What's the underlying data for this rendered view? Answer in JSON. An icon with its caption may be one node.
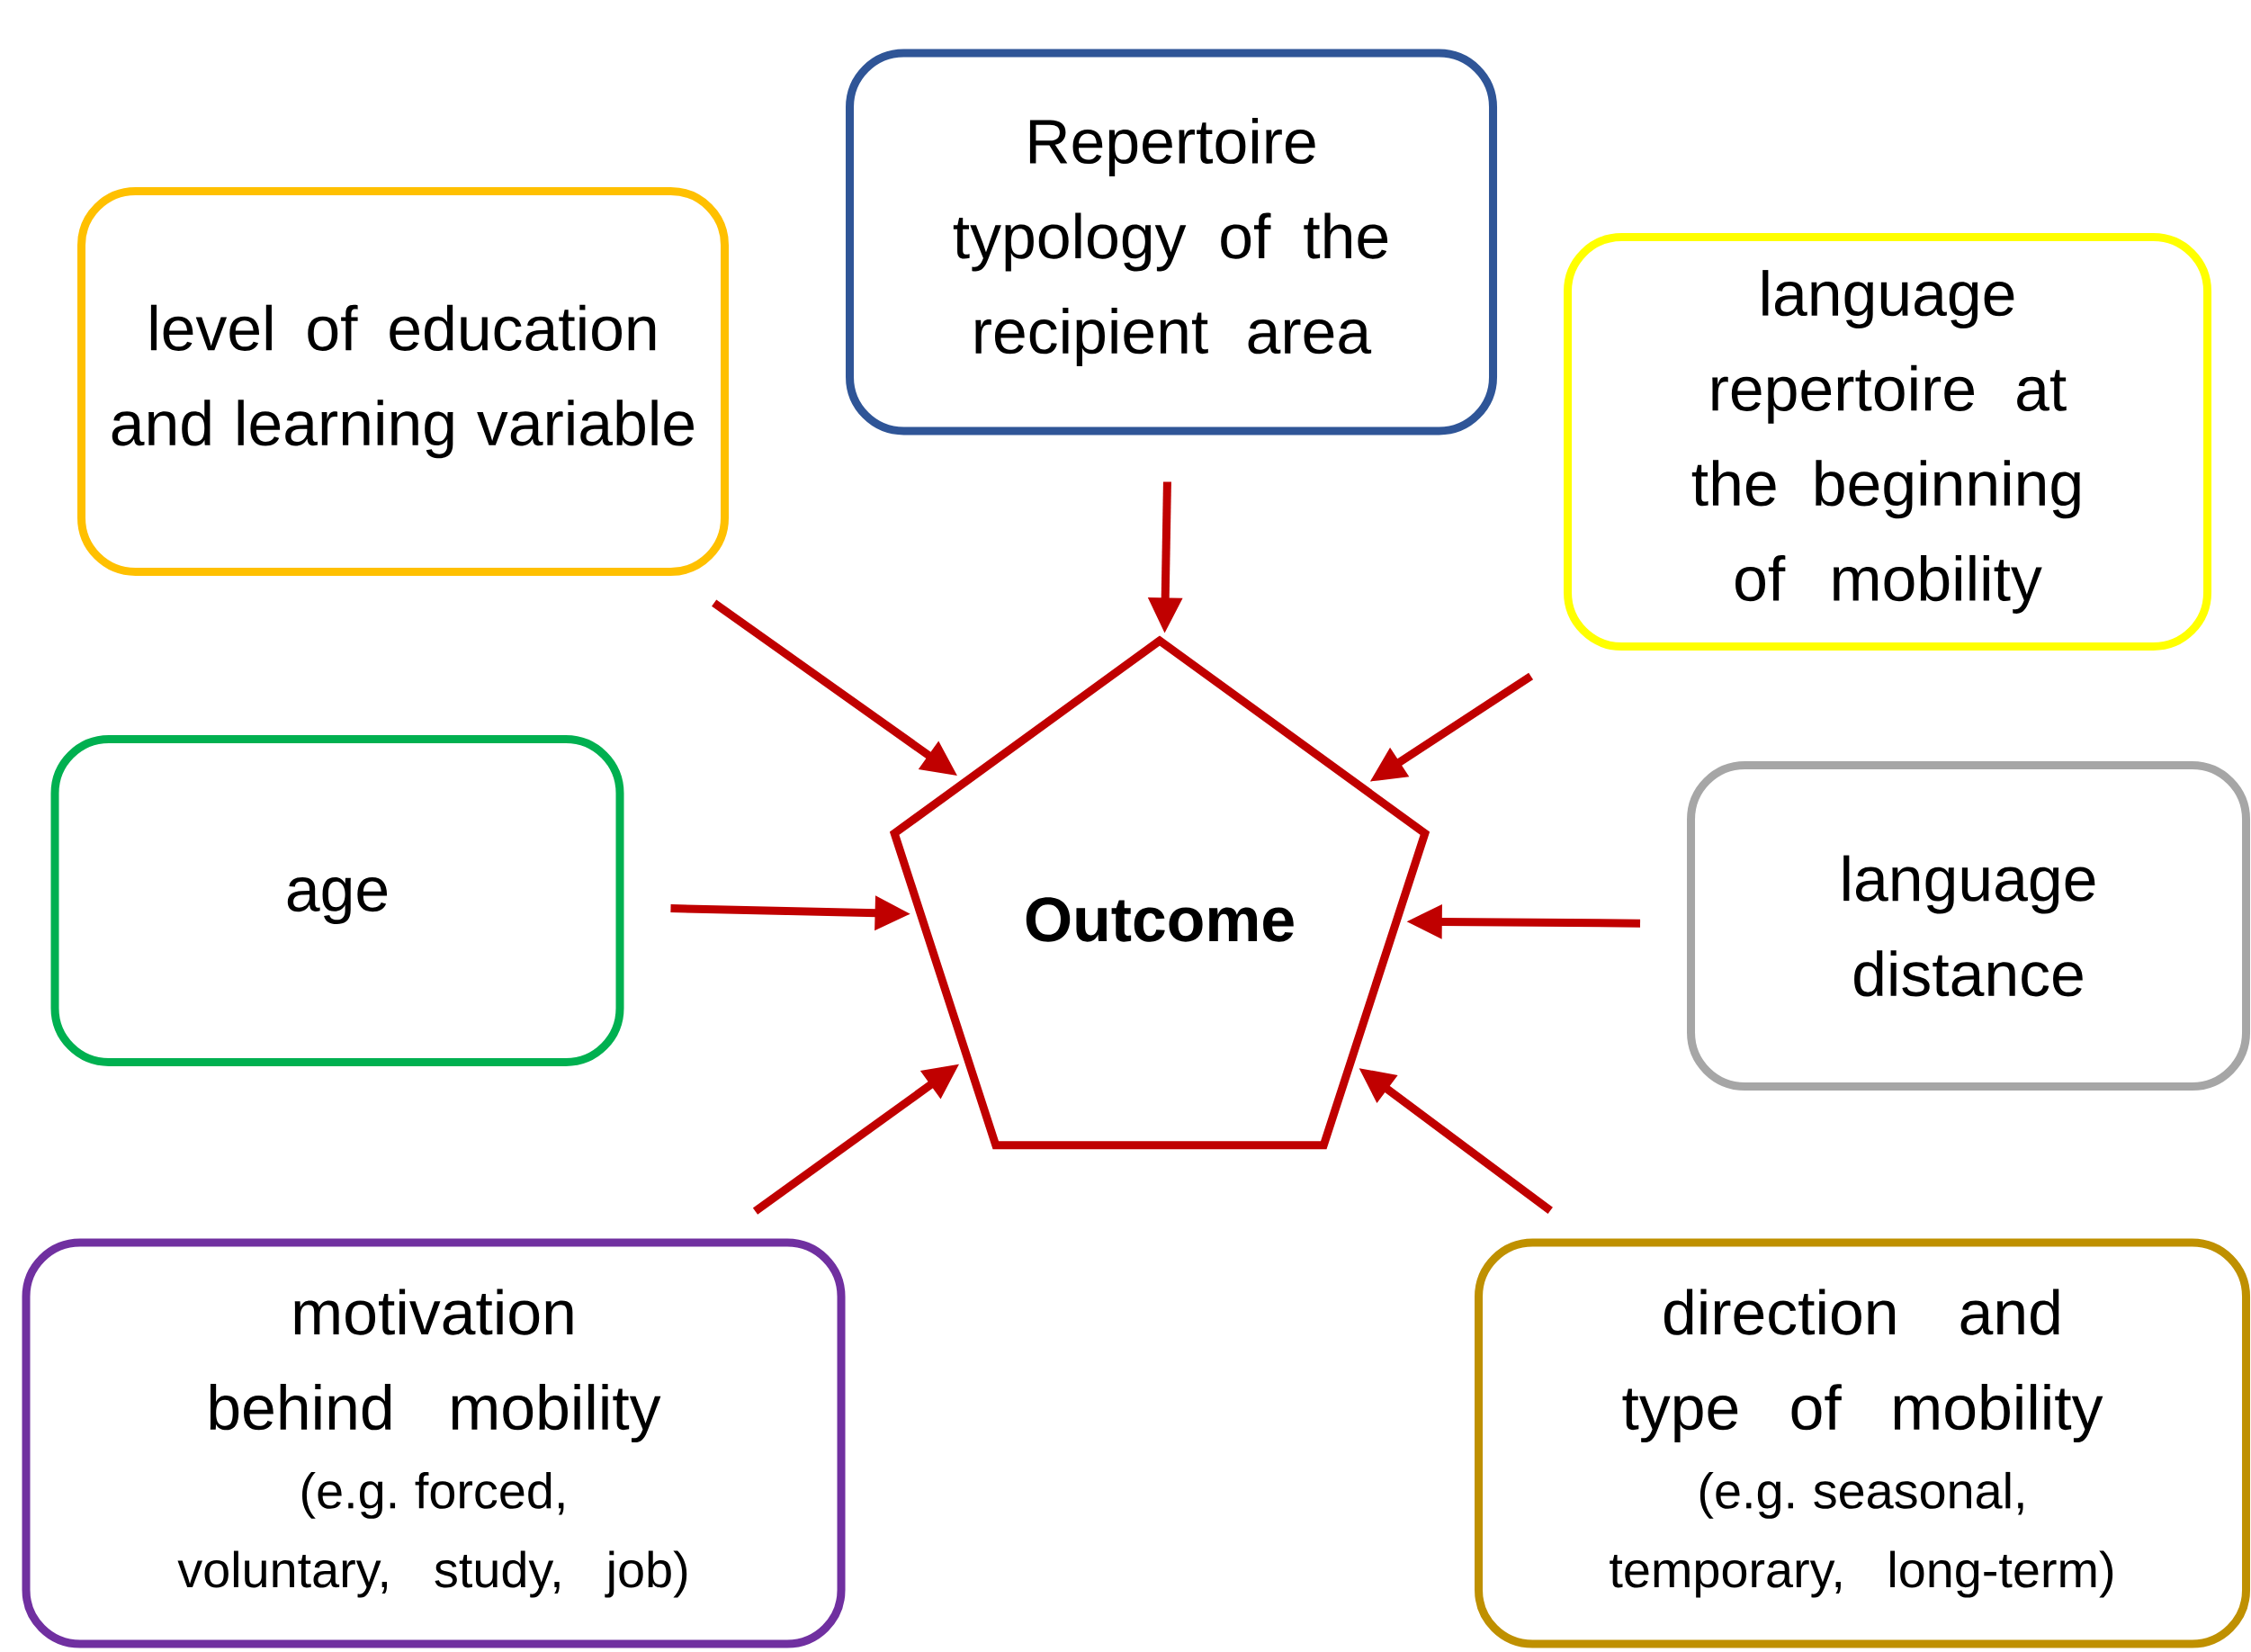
{
  "diagram": {
    "nodes": [
      {
        "text": [
          "level of education and learning variable"
        ]
      },
      {
        "text": [
          "Repertoire typology of the recipient area"
        ]
      },
      {
        "text": [
          "language repertoire at the beginning of mobility"
        ]
      },
      {
        "text": [
          "age"
        ]
      },
      {
        "text": [
          "language distance"
        ]
      },
      {
        "text": [
          "motivation behind mobility",
          "(e.g. forced, voluntary, study, job)"
        ]
      },
      {
        "text": [
          "direction and type of mobility",
          "(e.g. seasonal, temporary, long-term)"
        ]
      },
      {
        "text": [
          "Outcome"
        ]
      }
    ],
    "edges": [
      {
        "from": 0,
        "to": 7,
        "arrow": "to"
      },
      {
        "from": 1,
        "to": 7,
        "arrow": "to"
      },
      {
        "from": 2,
        "to": 7,
        "arrow": "to"
      },
      {
        "from": 3,
        "to": 7,
        "arrow": "to"
      },
      {
        "from": 4,
        "to": 7,
        "arrow": "to"
      },
      {
        "from": 5,
        "to": 7,
        "arrow": "to"
      },
      {
        "from": 6,
        "to": 7,
        "arrow": "to"
      }
    ]
  }
}
